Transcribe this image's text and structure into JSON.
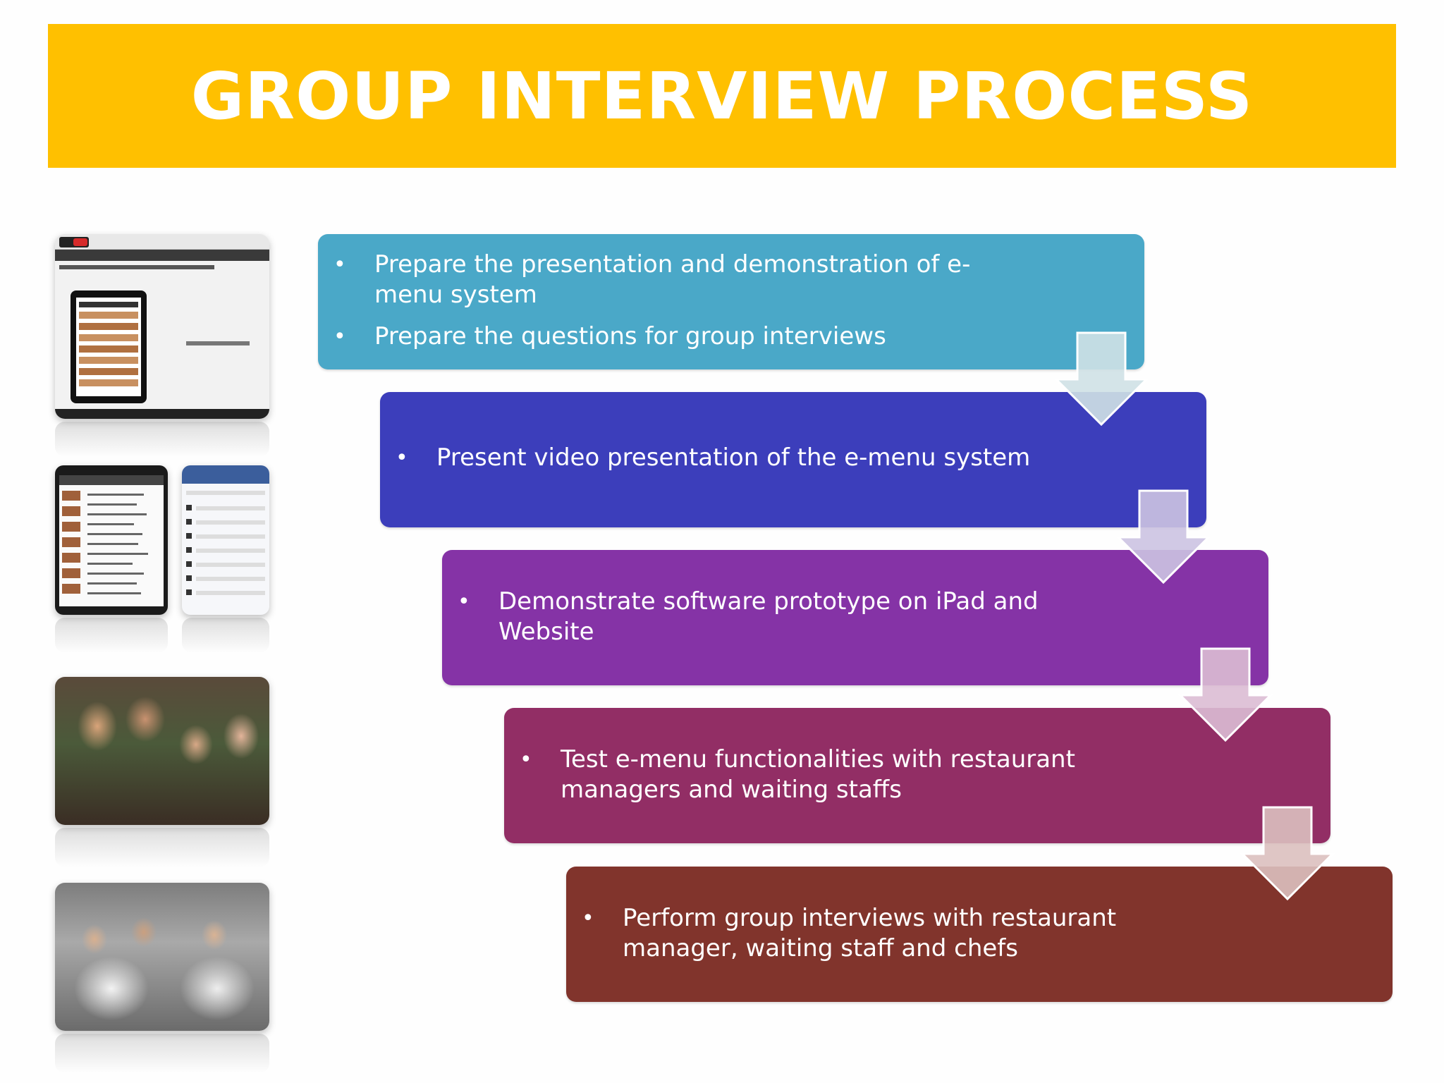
{
  "slide": {
    "title": "GROUP INTERVIEW PROCESS",
    "title_bg": "#ffc000",
    "thumbnails": {
      "video_screenshot": "youtube-e-menu-video",
      "ipad_app": "ipad-menu-app",
      "website": "menu-website",
      "photo_staff": "restaurant-staff-photo",
      "photo_chefs": "chefs-photo"
    },
    "steps": [
      {
        "color": "#4aa8c8",
        "bullets": [
          "Prepare the presentation and demonstration of e-\nmenu system",
          "Prepare the questions for group interviews"
        ]
      },
      {
        "color": "#3c3ebb",
        "bullets": [
          "Present video presentation of the e-menu system"
        ]
      },
      {
        "color": "#8533a6",
        "bullets": [
          "Demonstrate software prototype on iPad and\nWebsite"
        ]
      },
      {
        "color": "#922e65",
        "bullets": [
          "Test e-menu functionalities with restaurant\nmanagers and waiting staffs"
        ]
      },
      {
        "color": "#81342c",
        "bullets": [
          "Perform group interviews with restaurant\nmanager, waiting staff and chefs"
        ]
      }
    ]
  }
}
